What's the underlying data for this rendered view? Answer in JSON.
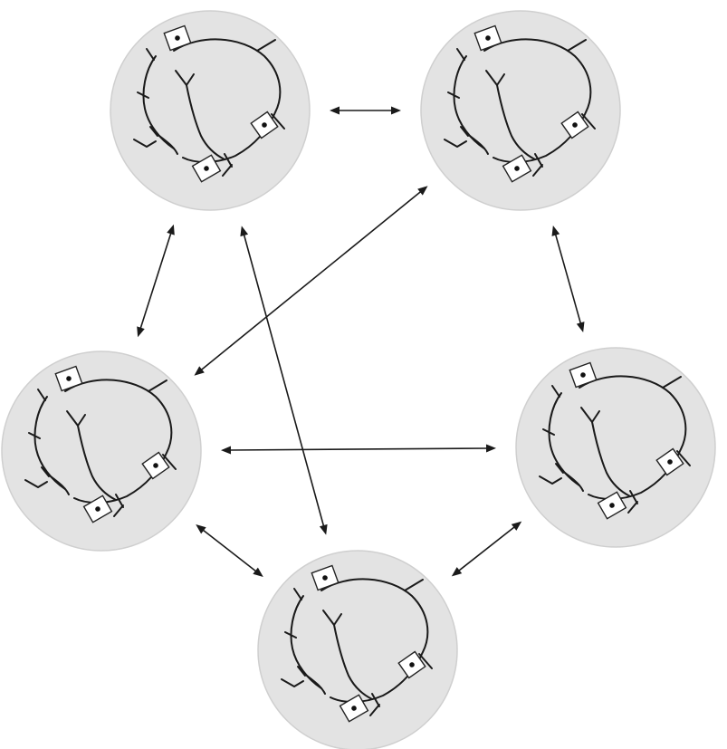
{
  "diagram": {
    "description_type": "fully-connected-network",
    "colors": {
      "node_fill": "#e3e3e3",
      "node_stroke": "#cfcfcf",
      "line": "#1a1a1a",
      "chip_fill": "#ffffff",
      "background": "#ffffff"
    },
    "nodes": [
      {
        "id": "top-left"
      },
      {
        "id": "top-right"
      },
      {
        "id": "middle-left"
      },
      {
        "id": "middle-right"
      },
      {
        "id": "bottom"
      }
    ],
    "edges": [
      {
        "from": "top-left",
        "to": "top-right",
        "direction": "bidirectional"
      },
      {
        "from": "top-left",
        "to": "middle-left",
        "direction": "bidirectional"
      },
      {
        "from": "top-left",
        "to": "bottom",
        "direction": "bidirectional"
      },
      {
        "from": "top-right",
        "to": "middle-left",
        "direction": "bidirectional"
      },
      {
        "from": "top-right",
        "to": "middle-right",
        "direction": "bidirectional"
      },
      {
        "from": "middle-left",
        "to": "middle-right",
        "direction": "bidirectional"
      },
      {
        "from": "middle-left",
        "to": "bottom",
        "direction": "bidirectional"
      },
      {
        "from": "middle-right",
        "to": "bottom",
        "direction": "bidirectional"
      }
    ]
  }
}
